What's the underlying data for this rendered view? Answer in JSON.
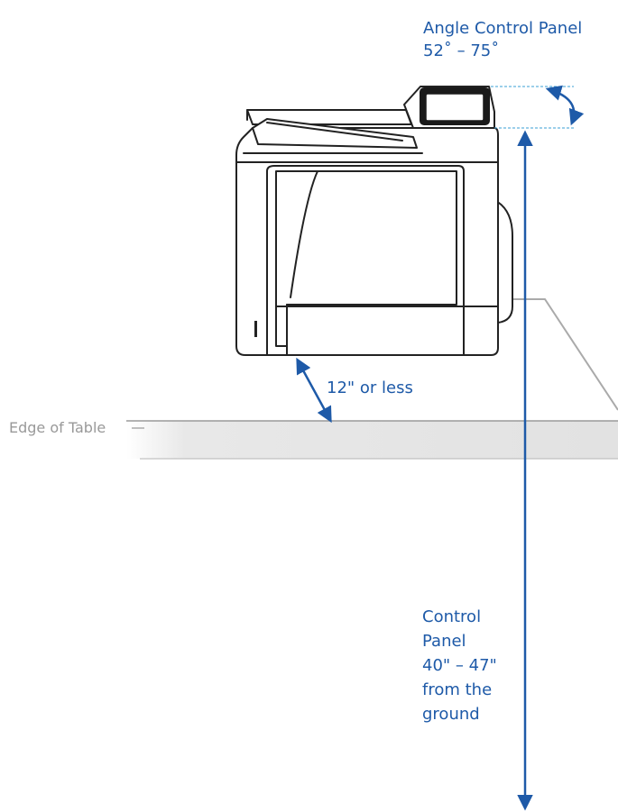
{
  "angle_label": {
    "title": "Angle Control Panel",
    "range": "52˚ – 75˚"
  },
  "distance_label": "12\" or less",
  "edge_label": "Edge of Table",
  "height_label": {
    "line1": "Control",
    "line2": "Panel",
    "line3": "40\" – 47\"",
    "line4": "from the",
    "line5": "ground"
  },
  "colors": {
    "accent": "#1e5aa8",
    "table_gray": "#e3e3e3",
    "outline": "#222222",
    "label_gray": "#999999"
  }
}
